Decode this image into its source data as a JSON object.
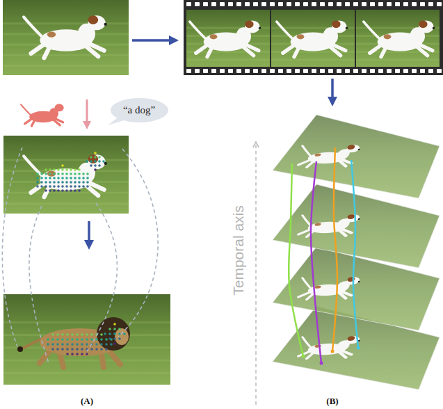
{
  "diagram": {
    "nodes": [
      {
        "text": [
          "“a dog”"
        ]
      }
    ],
    "labels": [
      "Temporal axis",
      "(A)",
      "(B)"
    ]
  }
}
